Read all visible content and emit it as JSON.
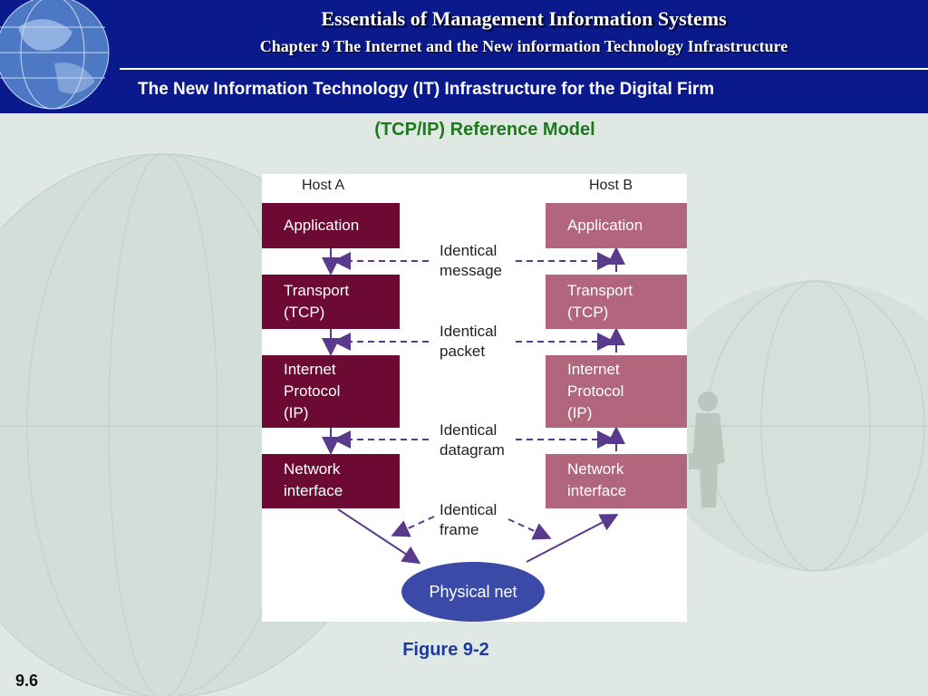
{
  "header": {
    "title": "Essentials of Management Information Systems",
    "subtitle": "Chapter 9 The Internet and the New information Technology Infrastructure",
    "section": "The New Information Technology (IT) Infrastructure for the Digital Firm"
  },
  "slide": {
    "heading": "(TCP/IP) Reference Model",
    "caption": "Figure 9-2",
    "page_number": "9.6"
  },
  "diagram": {
    "host_a": "Host A",
    "host_b": "Host B",
    "layers": [
      {
        "lines": [
          "Application"
        ]
      },
      {
        "lines": [
          "Transport",
          "(TCP)"
        ]
      },
      {
        "lines": [
          "Internet",
          "Protocol",
          "(IP)"
        ]
      },
      {
        "lines": [
          "Network",
          "interface"
        ]
      }
    ],
    "identical": [
      {
        "lines": [
          "Identical",
          "message"
        ]
      },
      {
        "lines": [
          "Identical",
          "packet"
        ]
      },
      {
        "lines": [
          "Identical",
          "datagram"
        ]
      },
      {
        "lines": [
          "Identical",
          "frame"
        ]
      }
    ],
    "physical": "Physical net",
    "colors": {
      "host_a_layer": "#6c0a34",
      "host_b_layer": "#b2667d",
      "arrow": "#5a3a8c",
      "physical_net": "#3b4aa6"
    }
  }
}
